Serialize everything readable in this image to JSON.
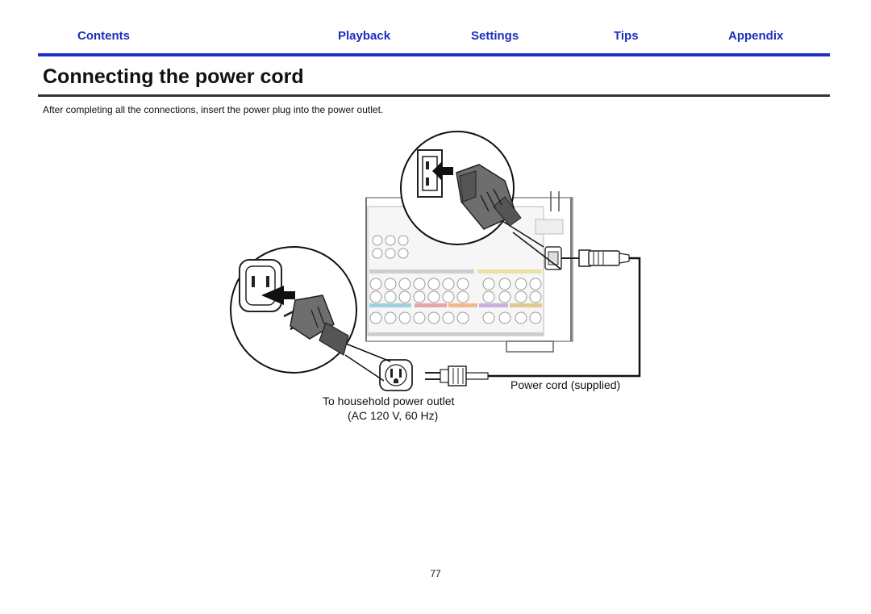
{
  "nav": {
    "contents": "Contents",
    "playback": "Playback",
    "settings": "Settings",
    "tips": "Tips",
    "appendix": "Appendix"
  },
  "colors": {
    "nav_accent": "#1e2fc8",
    "nav_text": "#1b2fbf"
  },
  "page": {
    "title": "Connecting the power cord",
    "intro": "After completing all the connections, insert the power plug into the power outlet.",
    "page_number": "77"
  },
  "diagram": {
    "power_cord_label": "Power cord (supplied)",
    "outlet_label_line1": "To household power outlet",
    "outlet_label_line2": "(AC 120 V, 60 Hz)",
    "icons": [
      "ac-inlet-icon",
      "power-plug-icon",
      "wall-outlet-icon",
      "av-receiver-rear-panel"
    ]
  }
}
